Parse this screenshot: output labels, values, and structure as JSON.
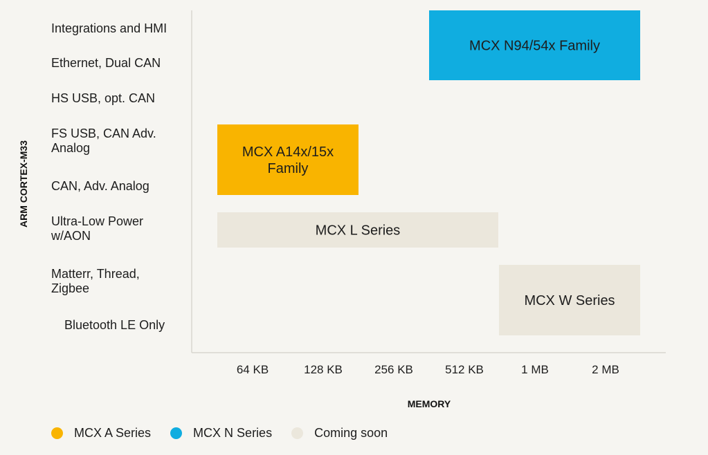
{
  "chart_data": {
    "type": "bar",
    "orientation": "horizontal-range",
    "ylabel": "ARM CORTEX-M33",
    "xlabel": "MEMORY",
    "categories": [
      "Integrations and HMI",
      "Ethernet, Dual CAN",
      "HS USB, opt. CAN",
      "FS USB, CAN Adv. Analog",
      "CAN, Adv. Analog",
      "Ultra-Low Power w/AON",
      "Matterr, Thread, Zigbee",
      "Bluetooth  LE Only"
    ],
    "x_ticks": [
      "64 KB",
      "128 KB",
      "256 KB",
      "512 KB",
      "1 MB",
      "2 MB"
    ],
    "bars": [
      {
        "label": "MCX N94/54x Family",
        "series": "MCX N Series",
        "color": "#10ade0",
        "x_start": "512 KB",
        "x_end": "2 MB",
        "categories_from": "Integrations and HMI",
        "categories_to": "Ethernet, Dual CAN"
      },
      {
        "label": "MCX A14x/15x Family",
        "series": "MCX A Series",
        "color": "#f9b400",
        "x_start": "64 KB",
        "x_end": "128 KB",
        "categories_from": "FS USB, CAN Adv. Analog",
        "categories_to": "CAN, Adv. Analog"
      },
      {
        "label": "MCX L Series",
        "series": "Coming soon",
        "color": "#ebe7dc",
        "x_start": "64 KB",
        "x_end": "512 KB",
        "categories_from": "Ultra-Low Power w/AON",
        "categories_to": "Ultra-Low Power w/AON"
      },
      {
        "label": "MCX W Series",
        "series": "Coming soon",
        "color": "#ebe7dc",
        "x_start": "1 MB",
        "x_end": "2 MB",
        "categories_from": "Matterr, Thread, Zigbee",
        "categories_to": "Bluetooth  LE Only"
      }
    ],
    "legend": [
      {
        "name": "MCX A Series",
        "color": "#f9b400"
      },
      {
        "name": "MCX N Series",
        "color": "#10ade0"
      },
      {
        "name": "Coming soon",
        "color": "#ebe7dc"
      }
    ],
    "legend_position": "bottom-left",
    "grid": false
  }
}
